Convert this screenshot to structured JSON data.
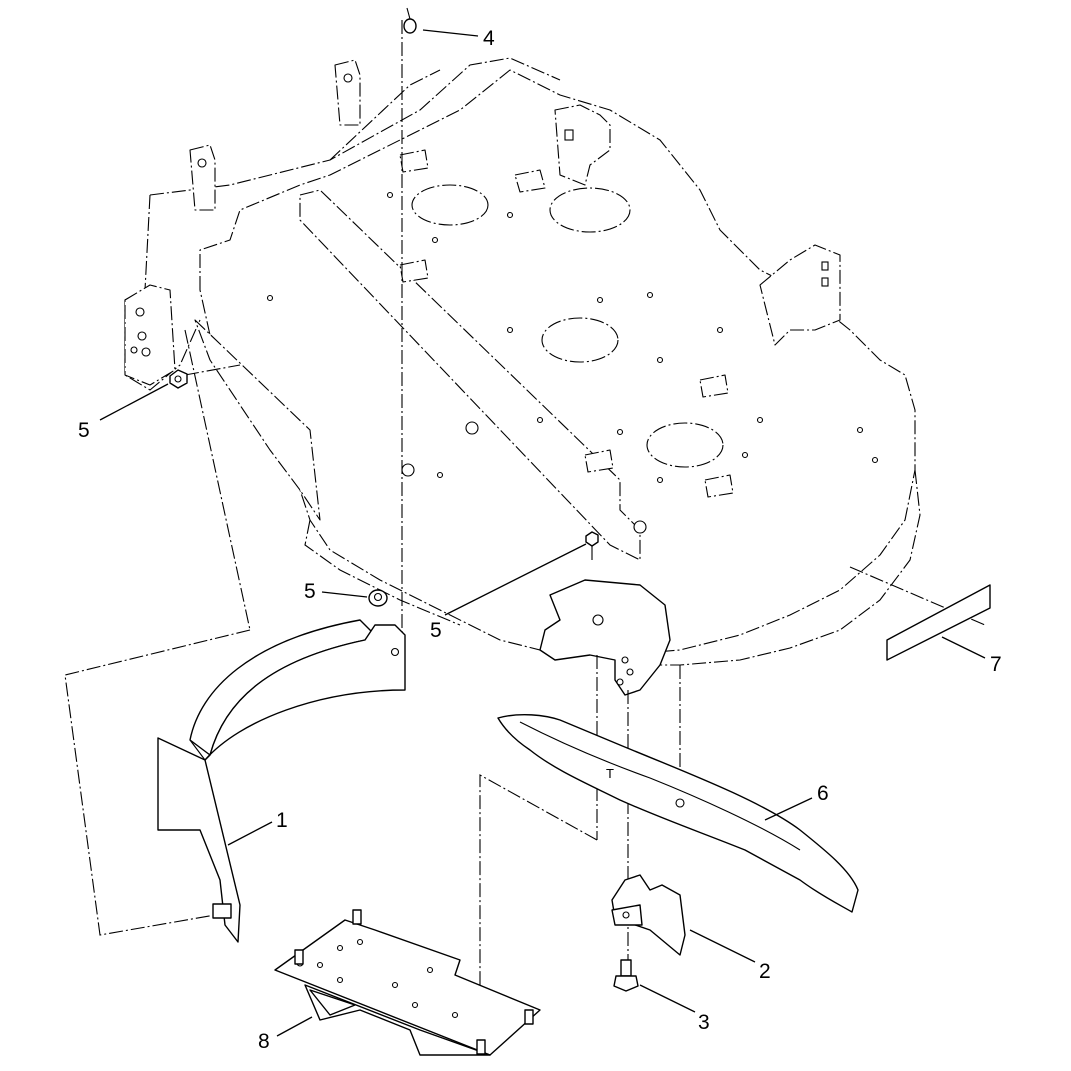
{
  "callouts": {
    "c1": "1",
    "c2": "2",
    "c3": "3",
    "c4": "4",
    "c5a": "5",
    "c5b": "5",
    "c5c": "5",
    "c6": "6",
    "c7": "7",
    "c8": "8"
  },
  "blade_mark": "T"
}
